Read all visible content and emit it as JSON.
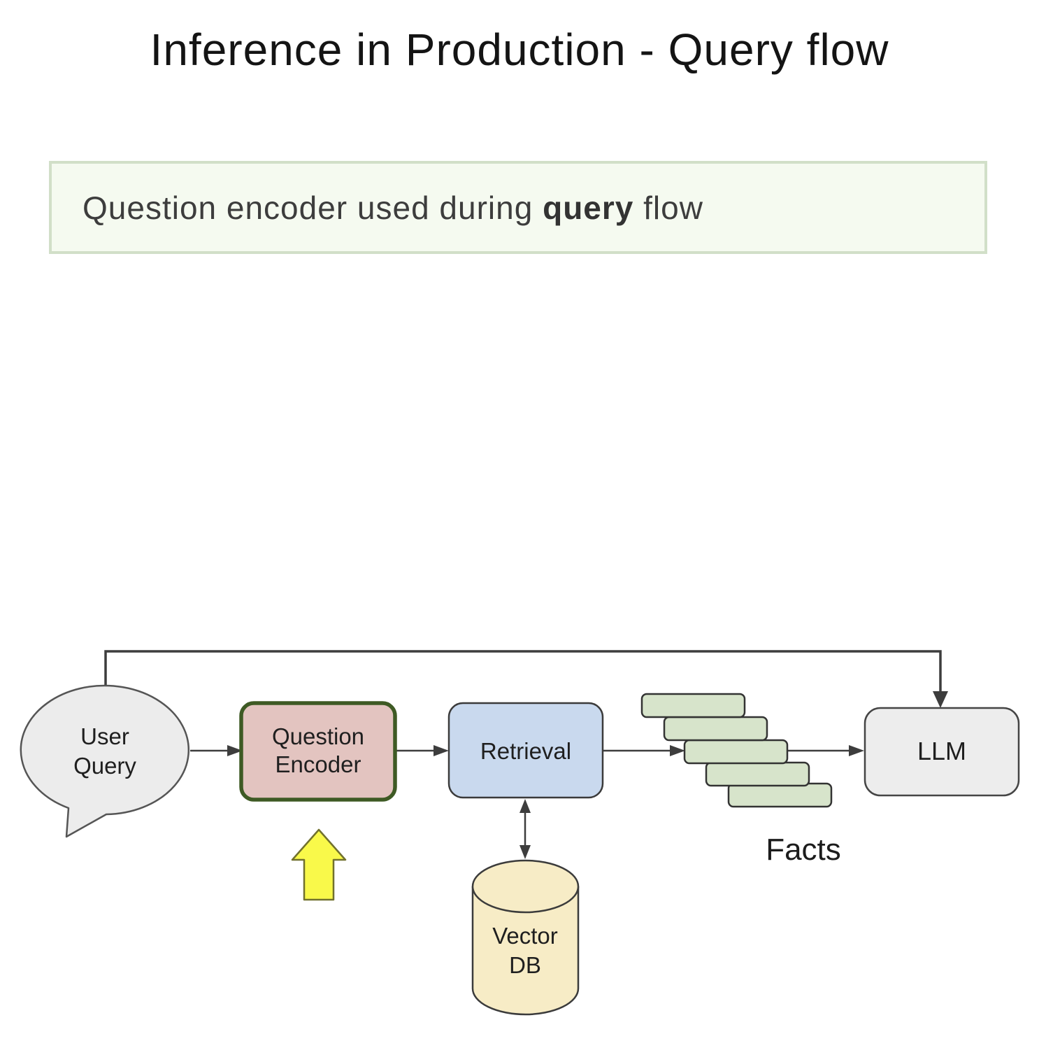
{
  "title": "Inference in Production - Query flow",
  "callout": {
    "prefix": "Question encoder used during ",
    "bold": "query",
    "suffix": " flow"
  },
  "diagram": {
    "nodes": {
      "user_query": {
        "line1": "User",
        "line2": "Query"
      },
      "question_encoder": {
        "line1": "Question",
        "line2": "Encoder"
      },
      "retrieval": {
        "label": "Retrieval"
      },
      "vector_db": {
        "line1": "Vector",
        "line2": "DB"
      },
      "facts": {
        "label": "Facts",
        "card_count": 5
      },
      "llm": {
        "label": "LLM"
      }
    },
    "colors": {
      "user_query_fill": "#ececec",
      "question_encoder_fill": "#e3c4c0",
      "question_encoder_border": "#3e5a24",
      "retrieval_fill": "#c9d9ee",
      "vector_db_fill": "#f7ecc6",
      "fact_fill": "#d7e4cb",
      "llm_fill": "#ededed",
      "highlight_arrow_fill": "#f9f94a",
      "connector_line": "#3d3d3d"
    }
  }
}
